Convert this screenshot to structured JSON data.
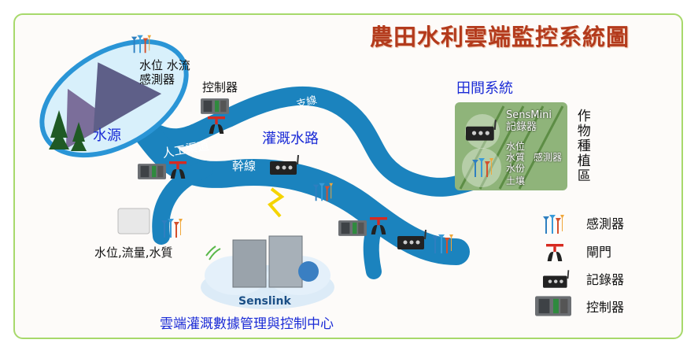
{
  "title": "農田水利雲端監控系統圖",
  "labels": {
    "water_source": "水源",
    "source_sensor_line1": "水位 水流",
    "source_sensor_line2": "感測器",
    "controller": "控制器",
    "branch_line": "支線",
    "main_canal": "人工渠道",
    "trunk_line": "幹線",
    "irrigation_channel": "灌溉水路",
    "field_system": "田間系統",
    "crop_area": "作物種植區",
    "field_logger_line1": "SensMini",
    "field_logger_line2": "記錄器",
    "field_sensor_types": [
      "水位",
      "水質",
      "水份",
      "土壤"
    ],
    "field_sensor_label": "感測器",
    "station_measure": "水位,流量,水質",
    "cloud_brand": "Senslink",
    "cloud_center": "雲端灌溉數據管理與控制中心"
  },
  "legend": [
    {
      "icon": "sensor-icon",
      "label": "感測器"
    },
    {
      "icon": "gate-icon",
      "label": "閘門"
    },
    {
      "icon": "logger-icon",
      "label": "記錄器"
    },
    {
      "icon": "controller-icon",
      "label": "控制器"
    }
  ],
  "colors": {
    "river": "#1b83be",
    "frame": "#a7d96b",
    "title": "#b33a1c",
    "label_blue": "#1a2bd6"
  }
}
